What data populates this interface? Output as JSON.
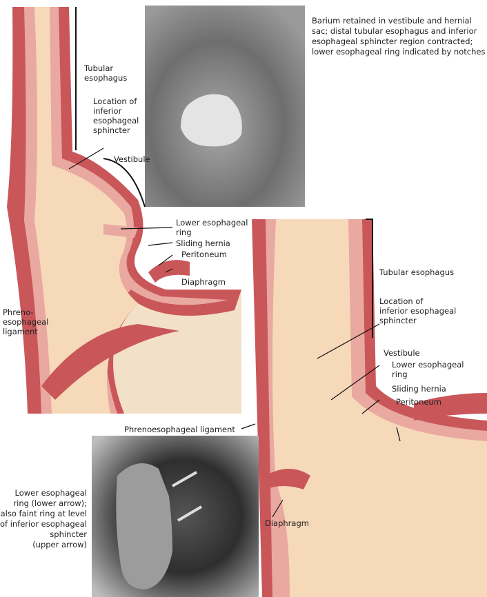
{
  "captions": {
    "top_right": [
      "Barium retained in vestibule and hernial",
      "sac; distal tubular esophagus and inferior",
      "esophageal sphincter region contracted;",
      "lower esophageal ring indicated by notches"
    ],
    "bottom_left": [
      "Lower esophageal",
      "ring (lower arrow);",
      "also faint ring at level",
      "of inferior esophageal",
      "sphincter",
      "(upper arrow)"
    ]
  },
  "left_illustration": {
    "tubular_esophagus": [
      "Tubular",
      "esophagus"
    ],
    "les_location": [
      "Location of",
      "inferior",
      "esophageal",
      "sphincter"
    ],
    "vestibule": "Vestibule",
    "lower_ring": [
      "Lower esophageal",
      "ring"
    ],
    "sliding_hernia": "Sliding hernia",
    "peritoneum": "Peritoneum",
    "diaphragm": "Diaphragm",
    "phrenoesophageal": [
      "Phreno-",
      "esophageal",
      "ligament"
    ]
  },
  "right_illustration": {
    "tubular_esophagus": "Tubular esophagus",
    "les_location": [
      "Location of",
      "inferior esophageal",
      "sphincter"
    ],
    "vestibule": "Vestibule",
    "lower_ring": [
      "Lower esophageal",
      "ring"
    ],
    "sliding_hernia": "Sliding hernia",
    "peritoneum": "Peritoneum",
    "phrenoesophageal": "Phrenoesophageal ligament",
    "diaphragm": "Diaphragm"
  },
  "colors": {
    "muscle": "#c9575a",
    "mucosa": "#e9a8a0",
    "lumen": "#f6d9b8",
    "radiograph": "#7a7a7a"
  }
}
